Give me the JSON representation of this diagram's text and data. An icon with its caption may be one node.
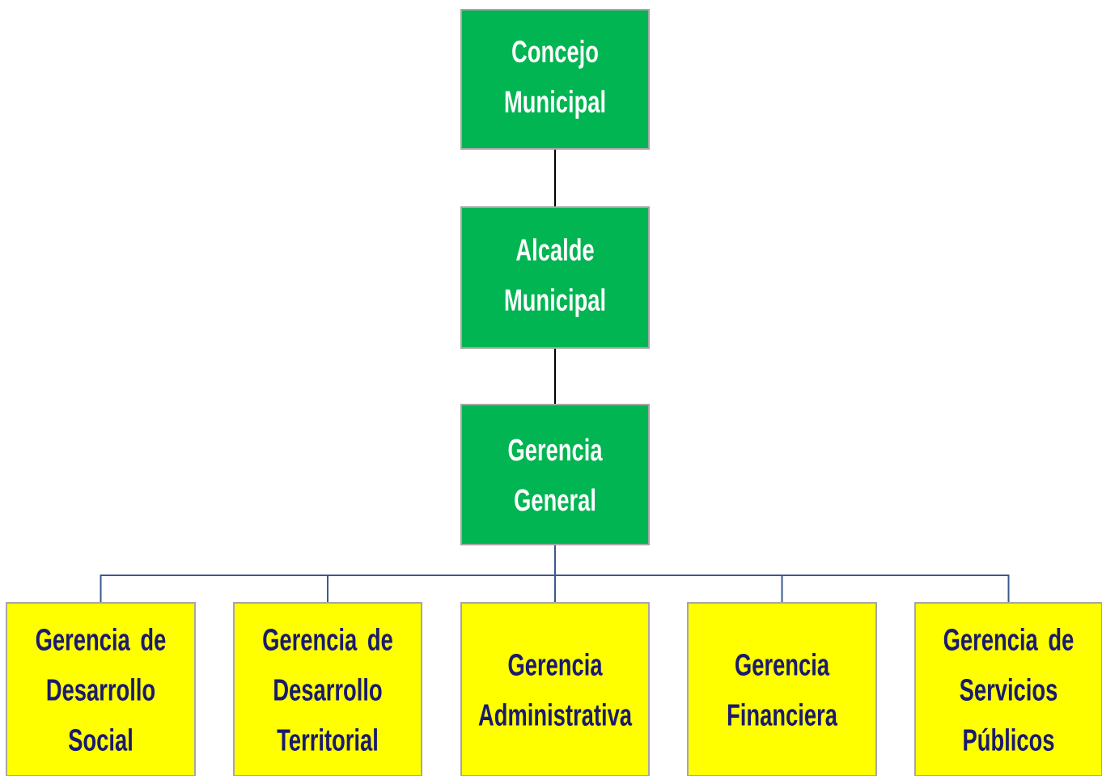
{
  "diagram": {
    "nodes": [
      {
        "text": [
          "Concejo Municipal"
        ]
      },
      {
        "text": [
          "Alcalde Municipal"
        ]
      },
      {
        "text": [
          "Gerencia General"
        ]
      },
      {
        "text": [
          "Gerencia de Desarrollo Social"
        ]
      },
      {
        "text": [
          "Gerencia de Desarrollo Territorial"
        ]
      },
      {
        "text": [
          "Gerencia Administrativa"
        ]
      },
      {
        "text": [
          "Gerencia Financiera"
        ]
      },
      {
        "text": [
          "Gerencia de Servicios Públicos"
        ]
      }
    ],
    "edges": [
      {
        "from": 0,
        "to": 1,
        "arrow": "none",
        "color": "#000000"
      },
      {
        "from": 1,
        "to": 2,
        "arrow": "none",
        "color": "#000000"
      },
      {
        "from": 2,
        "to": 3,
        "arrow": "none"
      },
      {
        "from": 2,
        "to": 4,
        "arrow": "none"
      },
      {
        "from": 2,
        "to": 5,
        "arrow": "none"
      },
      {
        "from": 2,
        "to": 6,
        "arrow": "none"
      },
      {
        "from": 2,
        "to": 7,
        "arrow": "none"
      }
    ]
  }
}
